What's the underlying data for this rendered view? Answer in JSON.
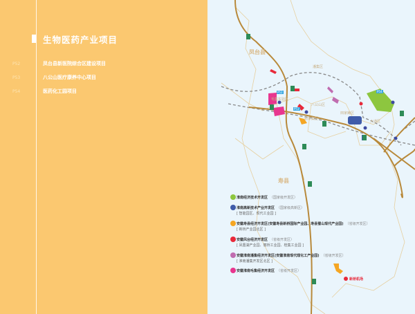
{
  "sidebar": {
    "title": "生物医药产业项目",
    "items": [
      {
        "page": "P52",
        "label": "凤台县新医院综合区建设项目"
      },
      {
        "page": "P53",
        "label": "八公山医疗康养中心项目"
      },
      {
        "page": "P54",
        "label": "医药化工园项目"
      }
    ]
  },
  "map": {
    "regions": {
      "fengtai": "凤台县",
      "panji": "潘集区",
      "maoji": "毛集实验区",
      "bagongshan": "八公山区",
      "xiejiaji": "谢家集区",
      "tianjiaan": "田家庵区",
      "datong": "大通区",
      "shouxian": "寿县"
    },
    "airport": "新桥机场",
    "flags": [
      "P52",
      "P53",
      "P54"
    ],
    "legend": [
      {
        "name": "淮南经济技术开发区",
        "level": "（国家级开发区）",
        "color": "#8DC63F"
      },
      {
        "name": "淮南高新技术产业开发区",
        "level": "（国家级高新区）",
        "sub": "[ 智能园区、现代工业园 ]",
        "color": "#3F5BA9"
      },
      {
        "name": "安徽寿县经济开发区(安徽寿县新桥国际产业园、寿县蜀山现代产业园)",
        "level": "（省级开发区）",
        "sub": "[ 新桥产业园北区 ]",
        "color": "#F5A623"
      },
      {
        "name": "安徽凤台经济开发区",
        "level": "（省级开发区）",
        "sub": "[ 凤凰湖产业园、丽桥工业园、桂集工业园 ]",
        "color": "#E8293A"
      },
      {
        "name": "安徽淮南潘集经济开发区(安徽淮南现代煤化工产业园)",
        "level": "（省级开发区）",
        "sub": "[ 淮南潘集开发区北区 ]",
        "color": "#C06DB0"
      },
      {
        "name": "安徽淮南毛集经济开发区",
        "level": "（省级开发区）",
        "color": "#E8368F"
      }
    ]
  }
}
